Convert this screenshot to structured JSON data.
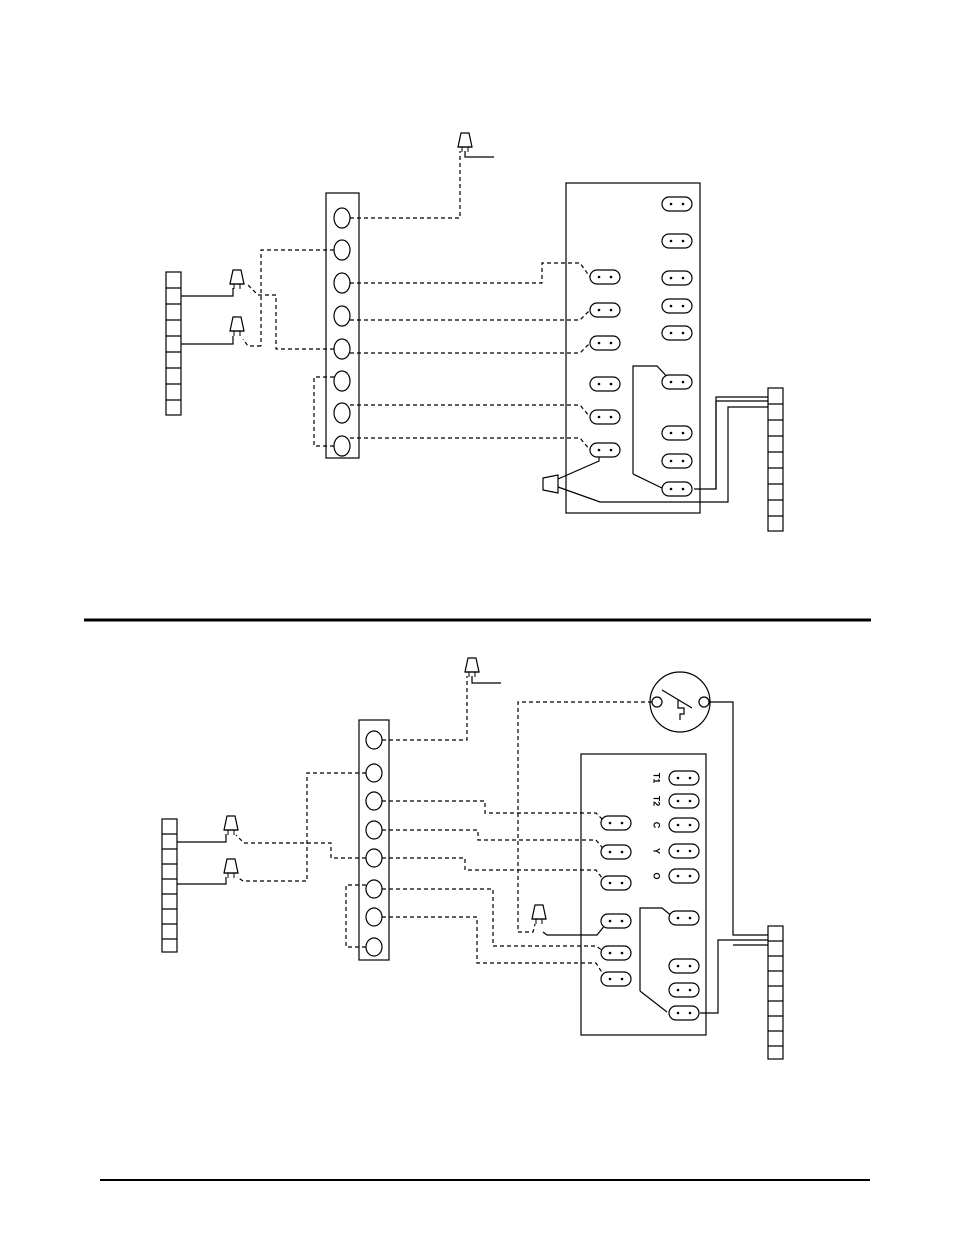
{
  "figure_2": {
    "board_labels": [
      "T1",
      "T2",
      "C",
      "Y",
      "O"
    ]
  },
  "colors": {
    "ink": "#000000",
    "paper": "#ffffff"
  }
}
